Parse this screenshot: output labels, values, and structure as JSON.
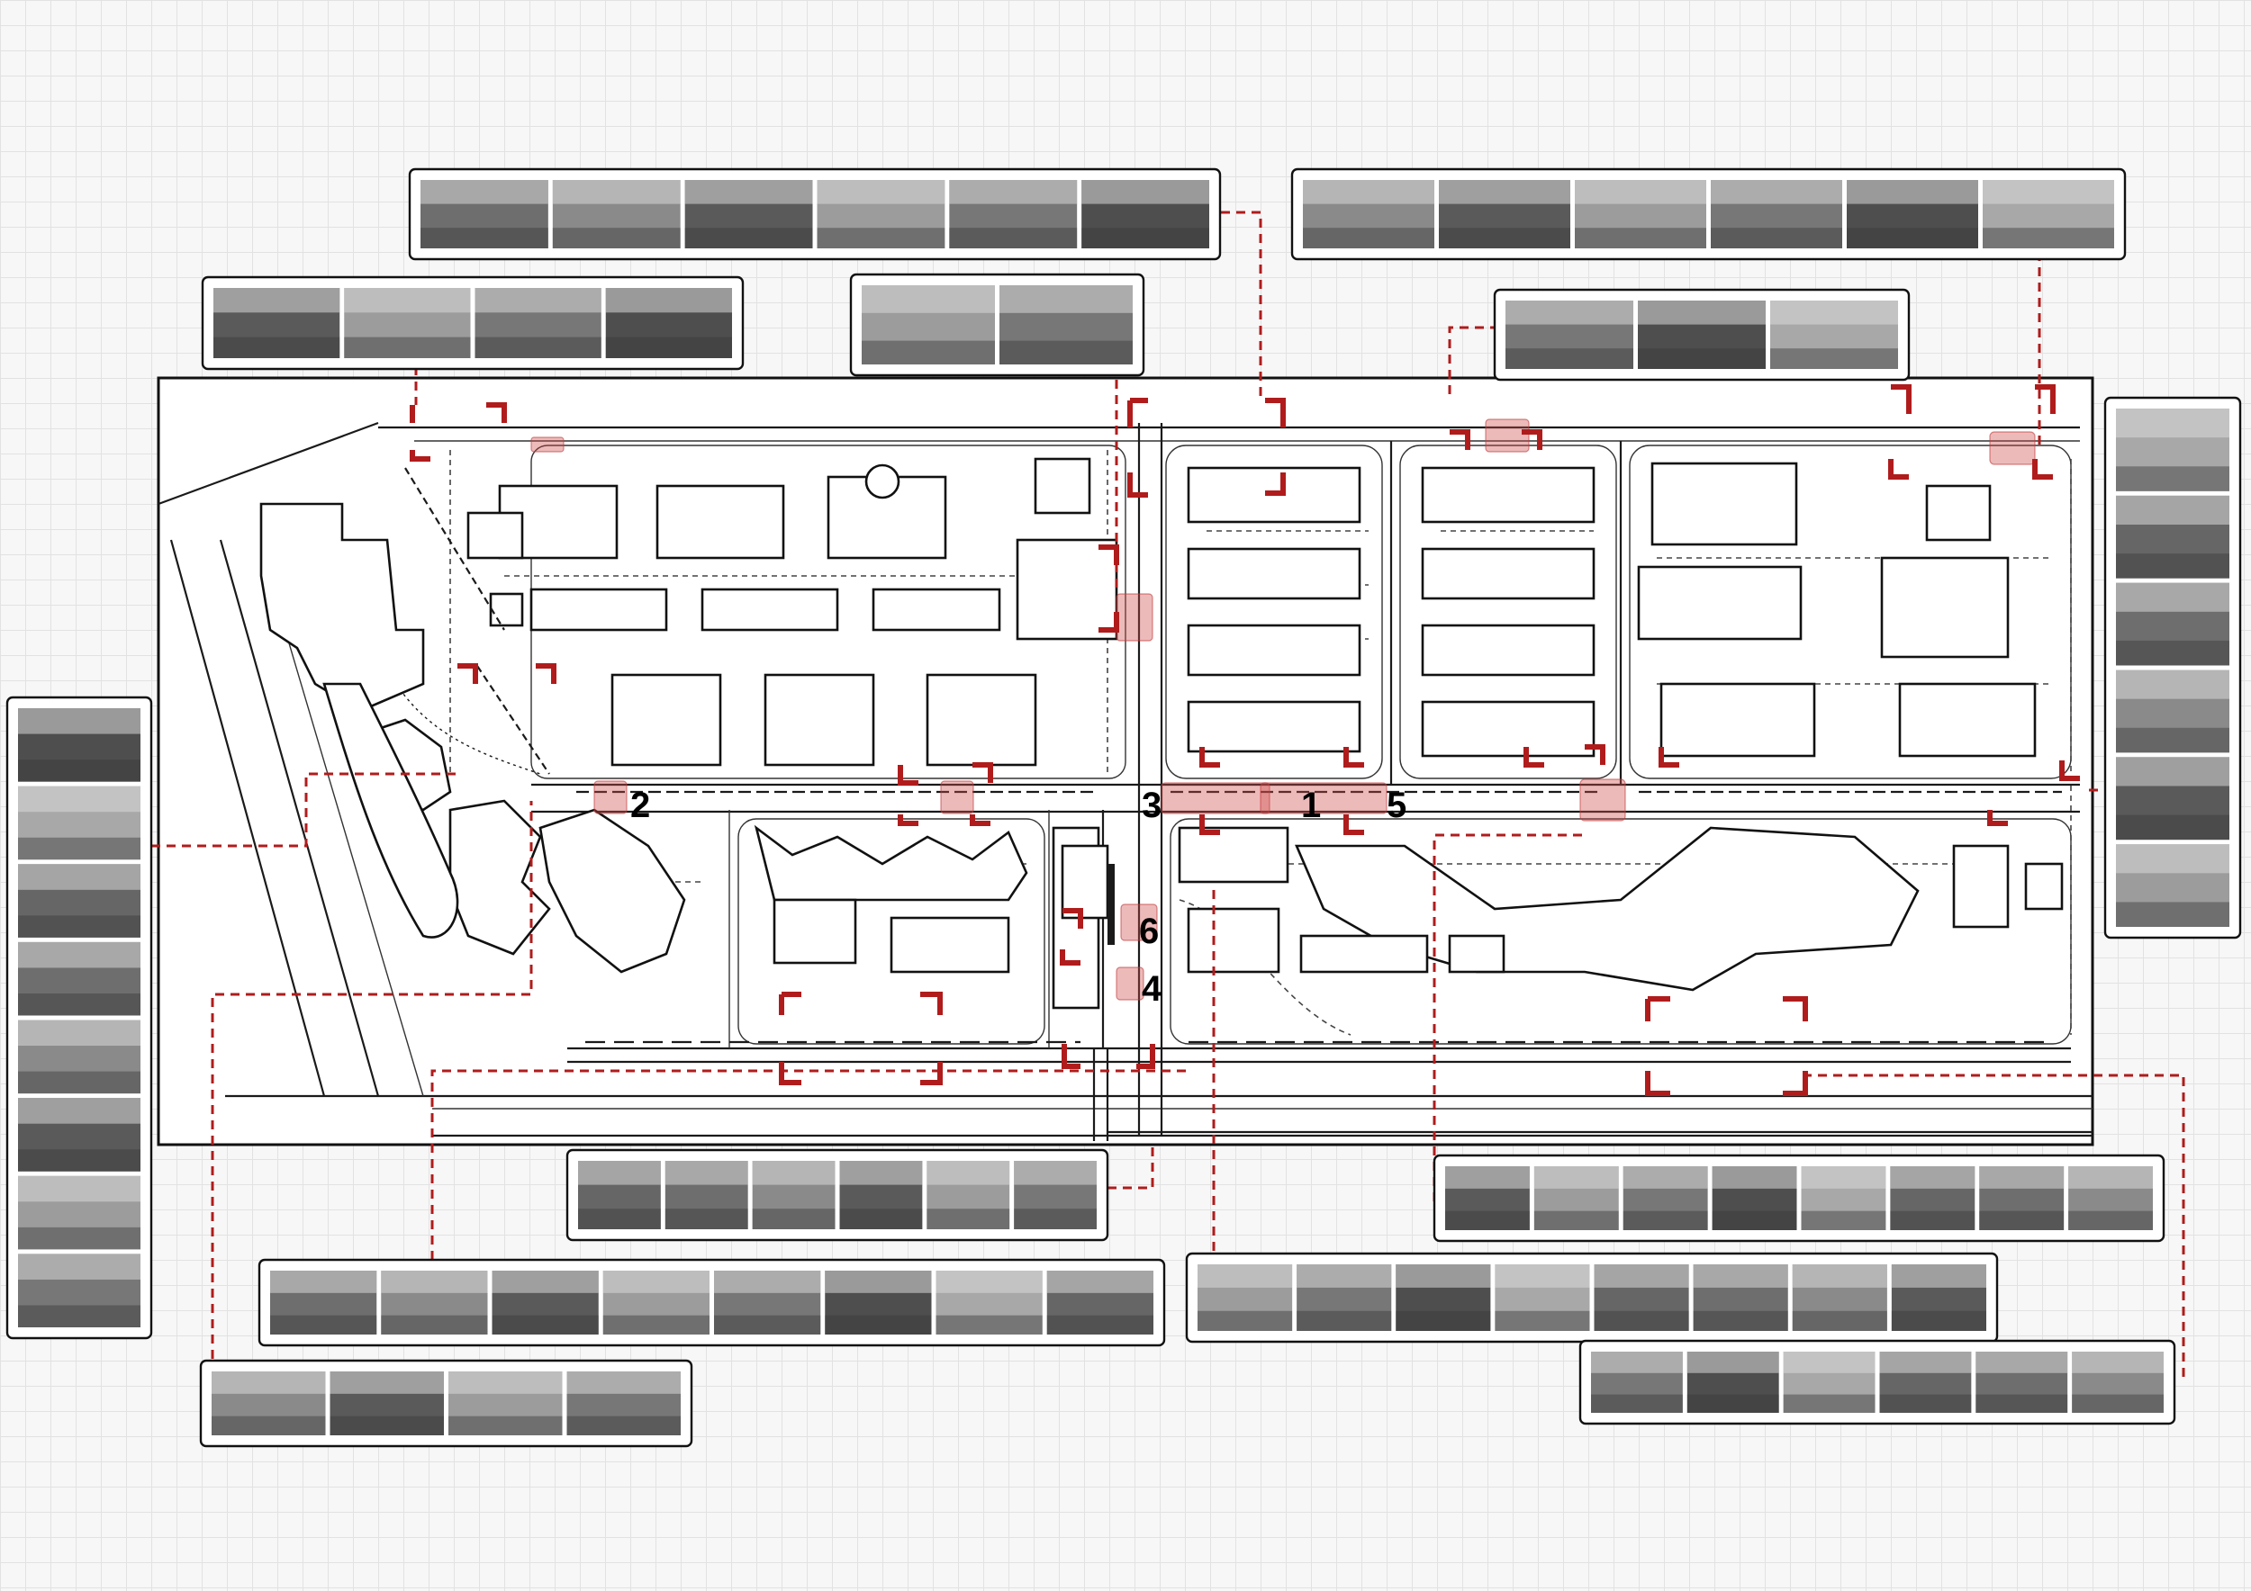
{
  "colors": {
    "accent_red": "#b01c1c",
    "highlight_red": "#d04a4a",
    "ink": "#111111",
    "paper": "#ffffff"
  },
  "map": {
    "markers": [
      {
        "id": "marker-1",
        "label": "1"
      },
      {
        "id": "marker-2",
        "label": "2"
      },
      {
        "id": "marker-3",
        "label": "3"
      },
      {
        "id": "marker-4",
        "label": "4"
      },
      {
        "id": "marker-5",
        "label": "5"
      },
      {
        "id": "marker-6",
        "label": "6"
      }
    ]
  },
  "photo_strips": [
    {
      "id": "strip-top-center-left",
      "photos": 6
    },
    {
      "id": "strip-top-center-right",
      "photos": 6
    },
    {
      "id": "strip-top-left",
      "photos": 4
    },
    {
      "id": "strip-top-small",
      "photos": 2
    },
    {
      "id": "strip-top-right-small",
      "photos": 3
    },
    {
      "id": "strip-left-vertical",
      "photos": 8
    },
    {
      "id": "strip-right-vertical",
      "photos": 6
    },
    {
      "id": "strip-bottom-center",
      "photos": 6
    },
    {
      "id": "strip-bottom-left-long",
      "photos": 8
    },
    {
      "id": "strip-bottom-left-short",
      "photos": 4
    },
    {
      "id": "strip-bottom-right-upper",
      "photos": 8
    },
    {
      "id": "strip-bottom-right-middle",
      "photos": 8
    },
    {
      "id": "strip-bottom-right-lower",
      "photos": 6
    }
  ]
}
